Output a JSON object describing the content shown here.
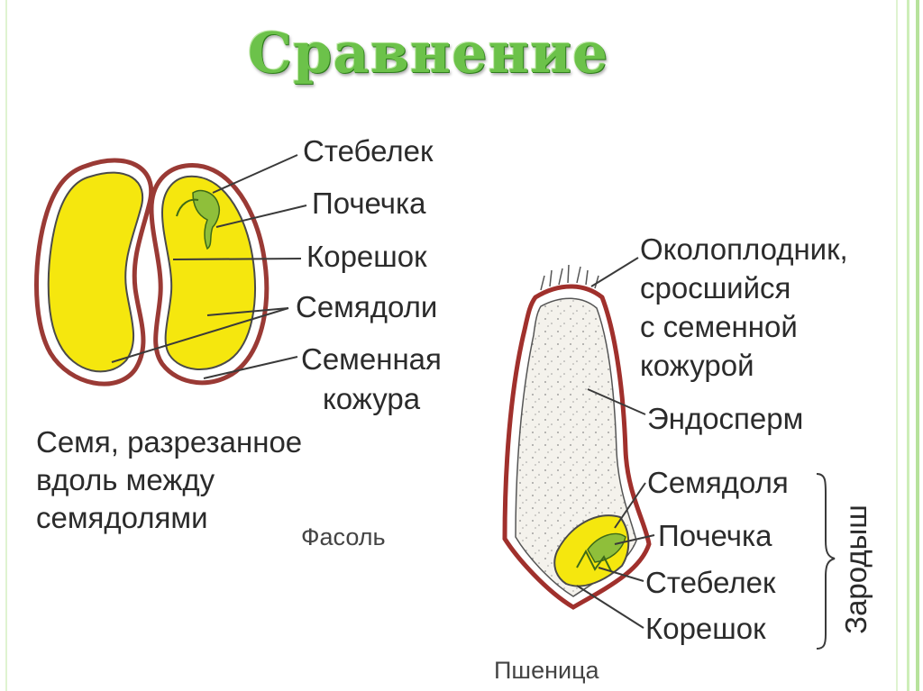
{
  "title": "Сравнение",
  "bean": {
    "labels": {
      "stem": "Стебелек",
      "bud": "Почечка",
      "root": "Корешок",
      "cotyledons": "Семядоли",
      "seed_coat_line1": "Семенная",
      "seed_coat_line2": "кожура"
    },
    "caption_lines": [
      "Семя, разрезанное",
      "вдоль между",
      "семядолями"
    ],
    "name": "Фасоль"
  },
  "wheat": {
    "labels": {
      "pericarp_lines": [
        "Околоплодник,",
        "сросшийся",
        "с семенной",
        "кожурой"
      ],
      "endosperm": "Эндосперм",
      "cotyledon": "Семядоля",
      "bud": "Почечка",
      "stem": "Стебелек",
      "root": "Корешок"
    },
    "embryo_group": "Зародыш",
    "name": "Пшеница"
  },
  "colors": {
    "title_green": "#6cc24a",
    "frame_green": "#9bd67a",
    "seed_yellow": "#f5e70e",
    "coat_red": "#a0302c",
    "sprout_green": "#8fbf3a",
    "endosperm": "#f4f2ec"
  }
}
